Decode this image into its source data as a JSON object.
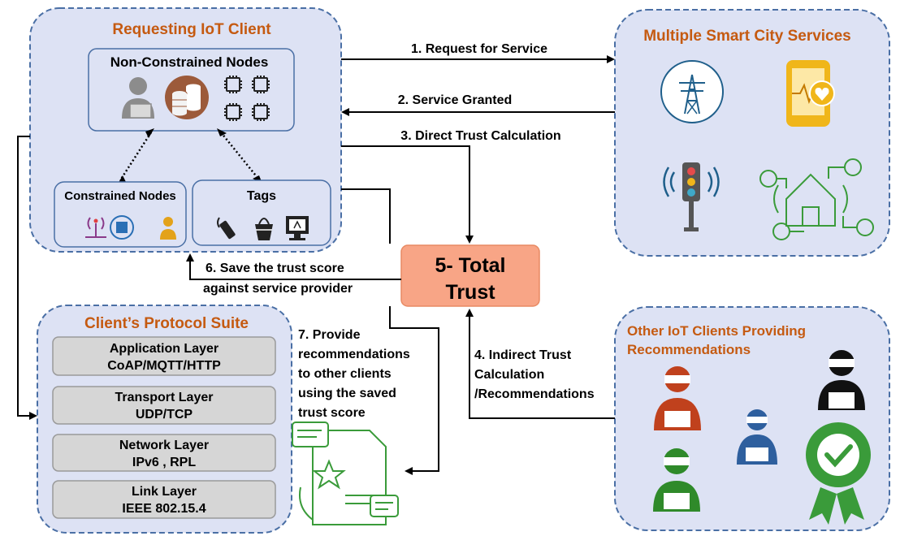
{
  "colors": {
    "panel_fill": "#dde2f4",
    "panel_border": "#4a6fa5",
    "accent_orange": "#c55a11",
    "total_trust_fill": "#f8a586",
    "layer_fill": "#d6d6d6",
    "icon_blue": "#1f5f8b",
    "icon_gold": "#f0b61a",
    "icon_green": "#3a9b3a",
    "person_red": "#c0411d",
    "person_blue": "#2e5f9e",
    "person_green": "#2f8a2a"
  },
  "client": {
    "title": "Requesting IoT Client",
    "non_constrained": {
      "title": "Non-Constrained Nodes"
    },
    "constrained": {
      "title": "Constrained Nodes"
    },
    "tags": {
      "title": "Tags"
    }
  },
  "services": {
    "title": "Multiple Smart City Services"
  },
  "protocol": {
    "title": "Client’s Protocol Suite",
    "layers": [
      {
        "name": "Application Layer",
        "protocols": "CoAP/MQTT/HTTP"
      },
      {
        "name": "Transport Layer",
        "protocols": "UDP/TCP"
      },
      {
        "name": "Network Layer",
        "protocols": "IPv6 , RPL"
      },
      {
        "name": "Link Layer",
        "protocols": "IEEE 802.15.4"
      }
    ]
  },
  "others": {
    "title_line1": "Other IoT Clients Providing",
    "title_line2": "Recommendations"
  },
  "total_trust": {
    "line1": "5- Total",
    "line2": "Trust"
  },
  "steps": {
    "s1": "1. Request for Service",
    "s2": "2. Service Granted",
    "s3": "3. Direct Trust Calculation",
    "s4_line1": "4. Indirect Trust",
    "s4_line2": "Calculation",
    "s4_line3": "/Recommendations",
    "s6_line1": "6. Save the trust score",
    "s6_line2": "against service provider",
    "s7_line1": "7. Provide",
    "s7_line2": "recommendations",
    "s7_line3": "to other clients",
    "s7_line4": "using the saved",
    "s7_line5": "trust score"
  }
}
